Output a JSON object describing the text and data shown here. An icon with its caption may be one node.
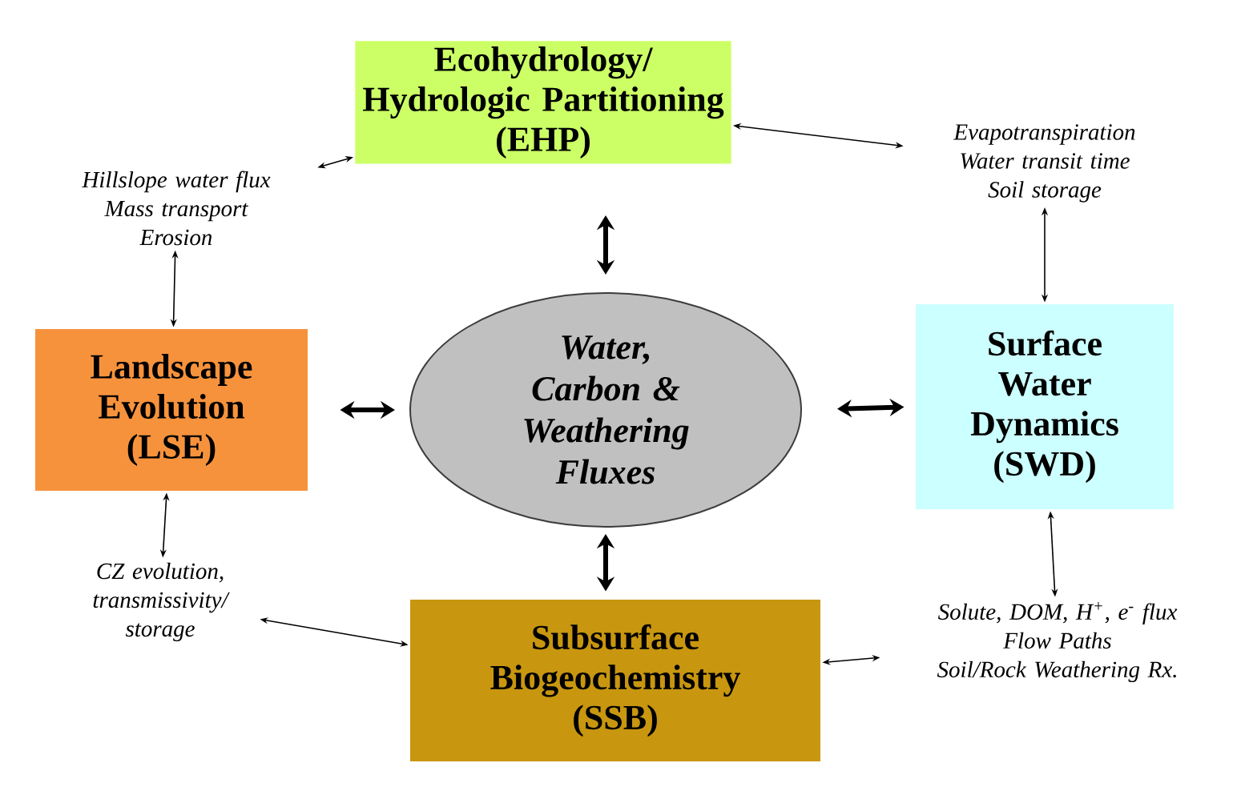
{
  "diagram": {
    "nodes": [
      {
        "text": [
          "Ecohydrology/ Hydrologic Partitioning",
          "(EHP)"
        ]
      },
      {
        "text": [
          "Landscape Evolution",
          "(LSE)"
        ]
      },
      {
        "text": [
          "Water, Carbon & Weathering Fluxes"
        ]
      },
      {
        "text": [
          "Surface Water Dynamics",
          "(SWD)"
        ]
      },
      {
        "text": [
          "Subsurface Biogeochemistry",
          "(SSB)"
        ]
      },
      {
        "text": [
          "Hillslope water flux",
          "Mass transport",
          "Erosion"
        ]
      },
      {
        "text": [
          "Evapotranspiration",
          "Water transit time",
          "Soil storage"
        ]
      },
      {
        "text": [
          "CZ evolution, transmissivity/ storage"
        ]
      },
      {
        "text": [
          "Solute, DOM, H$^{+}$, e$^{-}$ flux",
          "Flow Paths",
          "Soil/Rock Weathering Rx."
        ]
      }
    ],
    "edges": [
      {
        "from": 0,
        "to": 2,
        "arrow": "both",
        "style": "thick"
      },
      {
        "from": 1,
        "to": 2,
        "arrow": "both",
        "style": "thick"
      },
      {
        "from": 2,
        "to": 3,
        "arrow": "both",
        "style": "thick"
      },
      {
        "from": 2,
        "to": 4,
        "arrow": "both",
        "style": "thick"
      },
      {
        "from": 5,
        "to": 0,
        "arrow": "both"
      },
      {
        "from": 5,
        "to": 1,
        "arrow": "both"
      },
      {
        "from": 6,
        "to": 0,
        "arrow": "both"
      },
      {
        "from": 6,
        "to": 3,
        "arrow": "both"
      },
      {
        "from": 7,
        "to": 1,
        "arrow": "both"
      },
      {
        "from": 7,
        "to": 4,
        "arrow": "both"
      },
      {
        "from": 8,
        "to": 3,
        "arrow": "both"
      },
      {
        "from": 8,
        "to": 4,
        "arrow": "both"
      }
    ]
  }
}
